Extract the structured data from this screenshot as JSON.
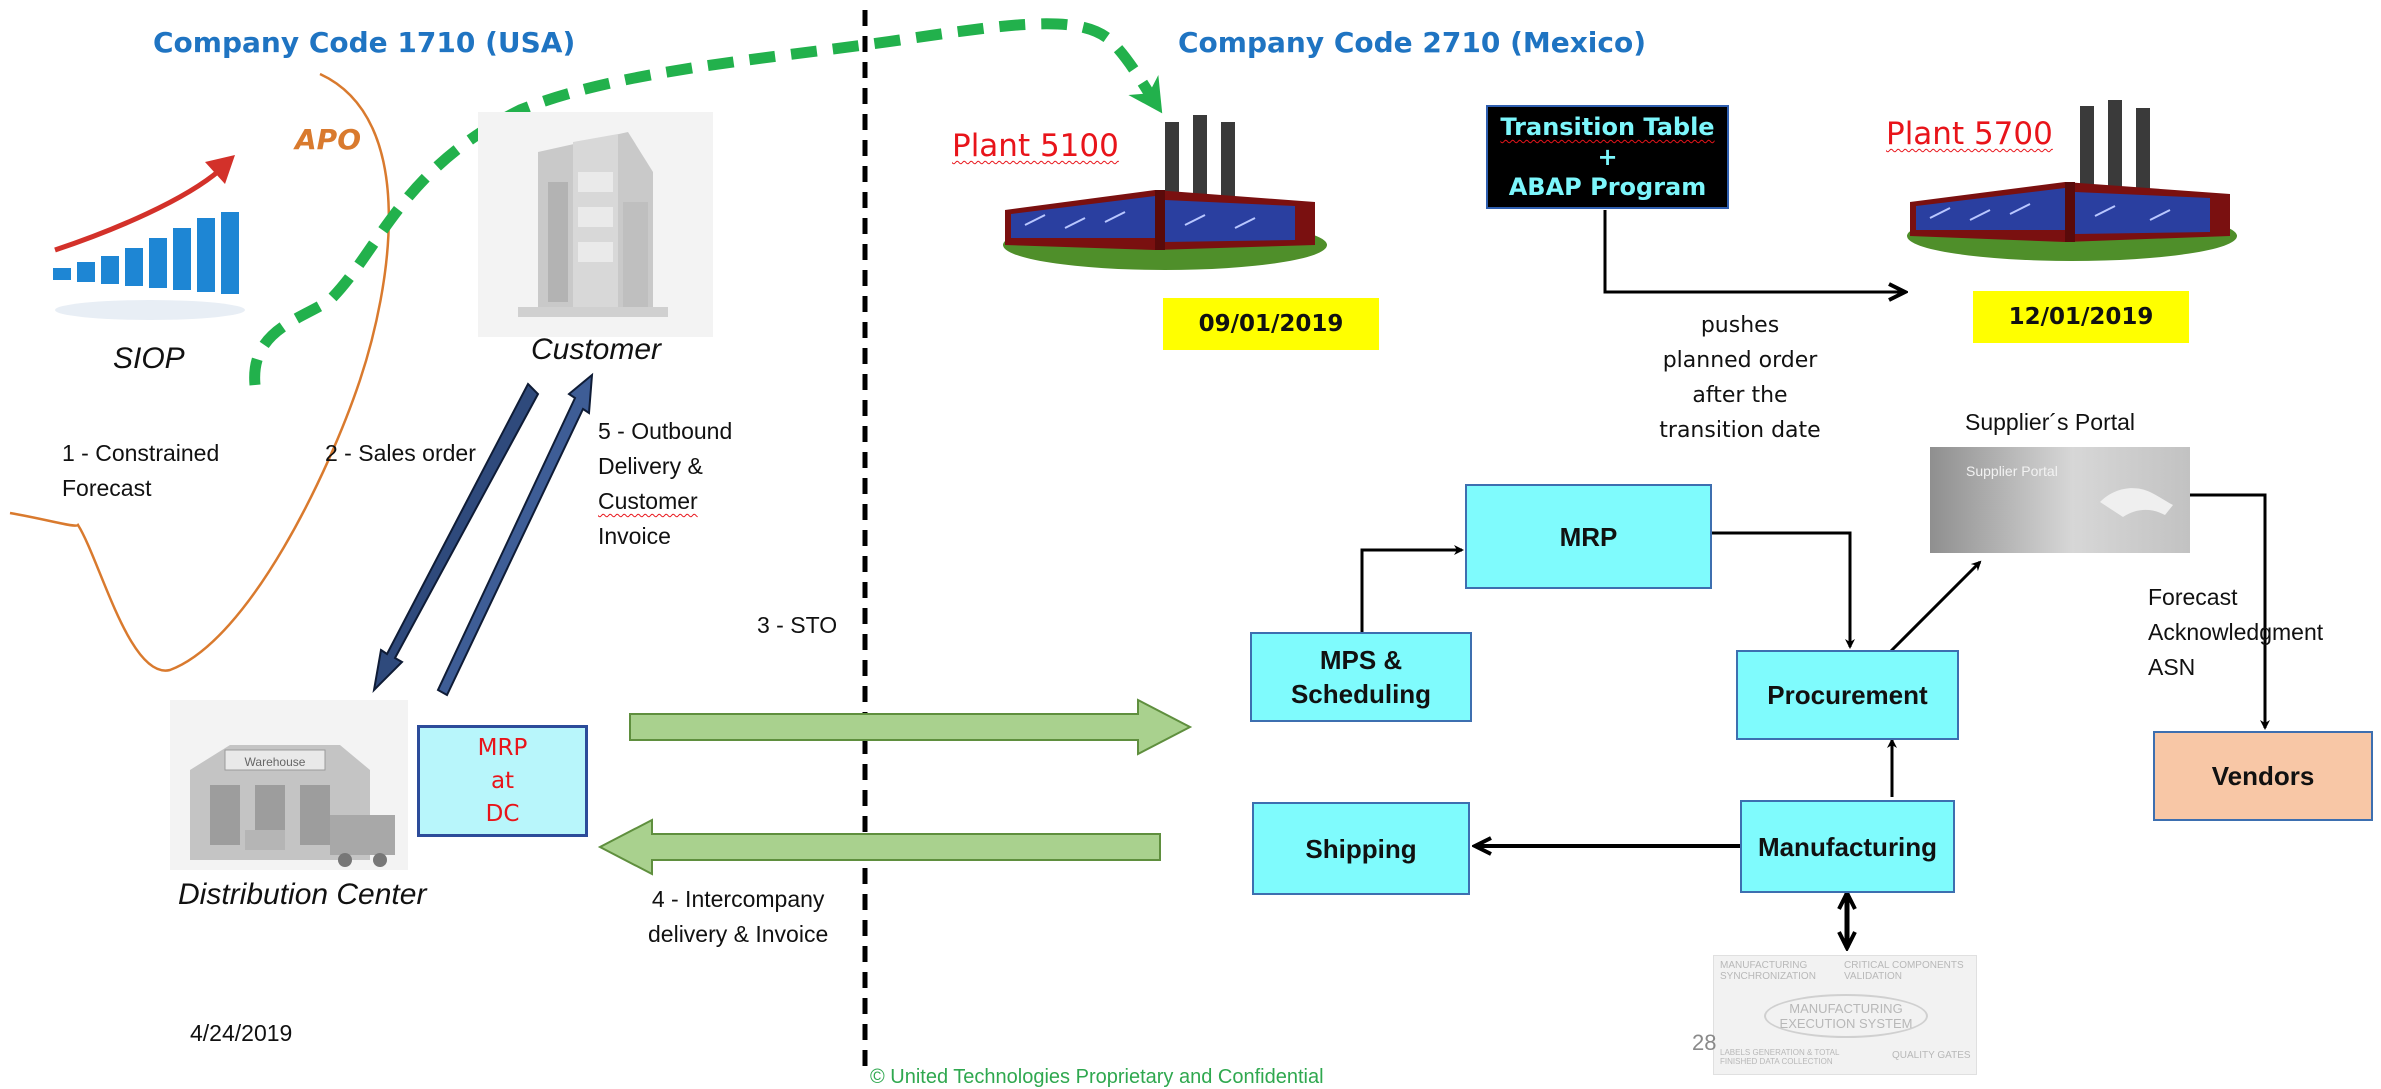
{
  "usa": {
    "title": "Company Code  1710 (USA)",
    "apo": "APO",
    "siop": "SIOP",
    "customer": "Customer",
    "dc": "Distribution Center"
  },
  "mexico": {
    "title": "Company Code  2710 (Mexico)"
  },
  "plants": {
    "p5100": {
      "label": "Plant 5100",
      "date": "09/01/2019"
    },
    "p5700": {
      "label": "Plant 5700",
      "date": "12/01/2019"
    }
  },
  "transition": {
    "line1": "Transition Table",
    "line2": "+",
    "line3": "ABAP Program",
    "note": [
      "pushes",
      "planned order",
      "after the",
      "transition date"
    ]
  },
  "steps": {
    "s1": [
      "1 - Constrained",
      "Forecast"
    ],
    "s2": "2 - Sales order",
    "s3": "3 - STO",
    "s4": [
      "4 - Intercompany",
      "delivery & Invoice"
    ],
    "s5": [
      "5 - Outbound",
      "Delivery  &",
      "Customer",
      "Invoice"
    ]
  },
  "mrp_dc": [
    "MRP",
    "at",
    "DC"
  ],
  "boxes": {
    "mrp": "MRP",
    "mps": [
      "MPS &",
      "Scheduling"
    ],
    "procurement": "Procurement",
    "manufacturing": "Manufacturing",
    "shipping": "Shipping",
    "vendors": "Vendors"
  },
  "supplier": {
    "label": "Supplier´s Portal",
    "screen_text": "Supplier Portal"
  },
  "vendor_note": [
    "Forecast",
    "Acknowledgment",
    "ASN"
  ],
  "mes": {
    "title_top_left": "MANUFACTURING SYNCHRONIZATION",
    "title_top_right": "CRITICAL COMPONENTS VALIDATION",
    "center": [
      "MANUFACTURING",
      "EXECUTION SYSTEM"
    ],
    "bottom_left": "LABELS GENERATION & TOTAL FINISHED DATA COLLECTION",
    "bottom_right": "QUALITY GATES"
  },
  "warehouse_sign": "Warehouse",
  "footer": {
    "date": "4/24/2019",
    "page": "28",
    "copyright": "© United Technologies  Proprietary and Confidential"
  },
  "colors": {
    "header": "#1f74c2",
    "cyan_box": "#7ffbfd",
    "vendor_box": "#f8c7a6",
    "date_box": "#ffff00",
    "plant_label": "#e8141a",
    "green_arrow": "#22b14c"
  }
}
